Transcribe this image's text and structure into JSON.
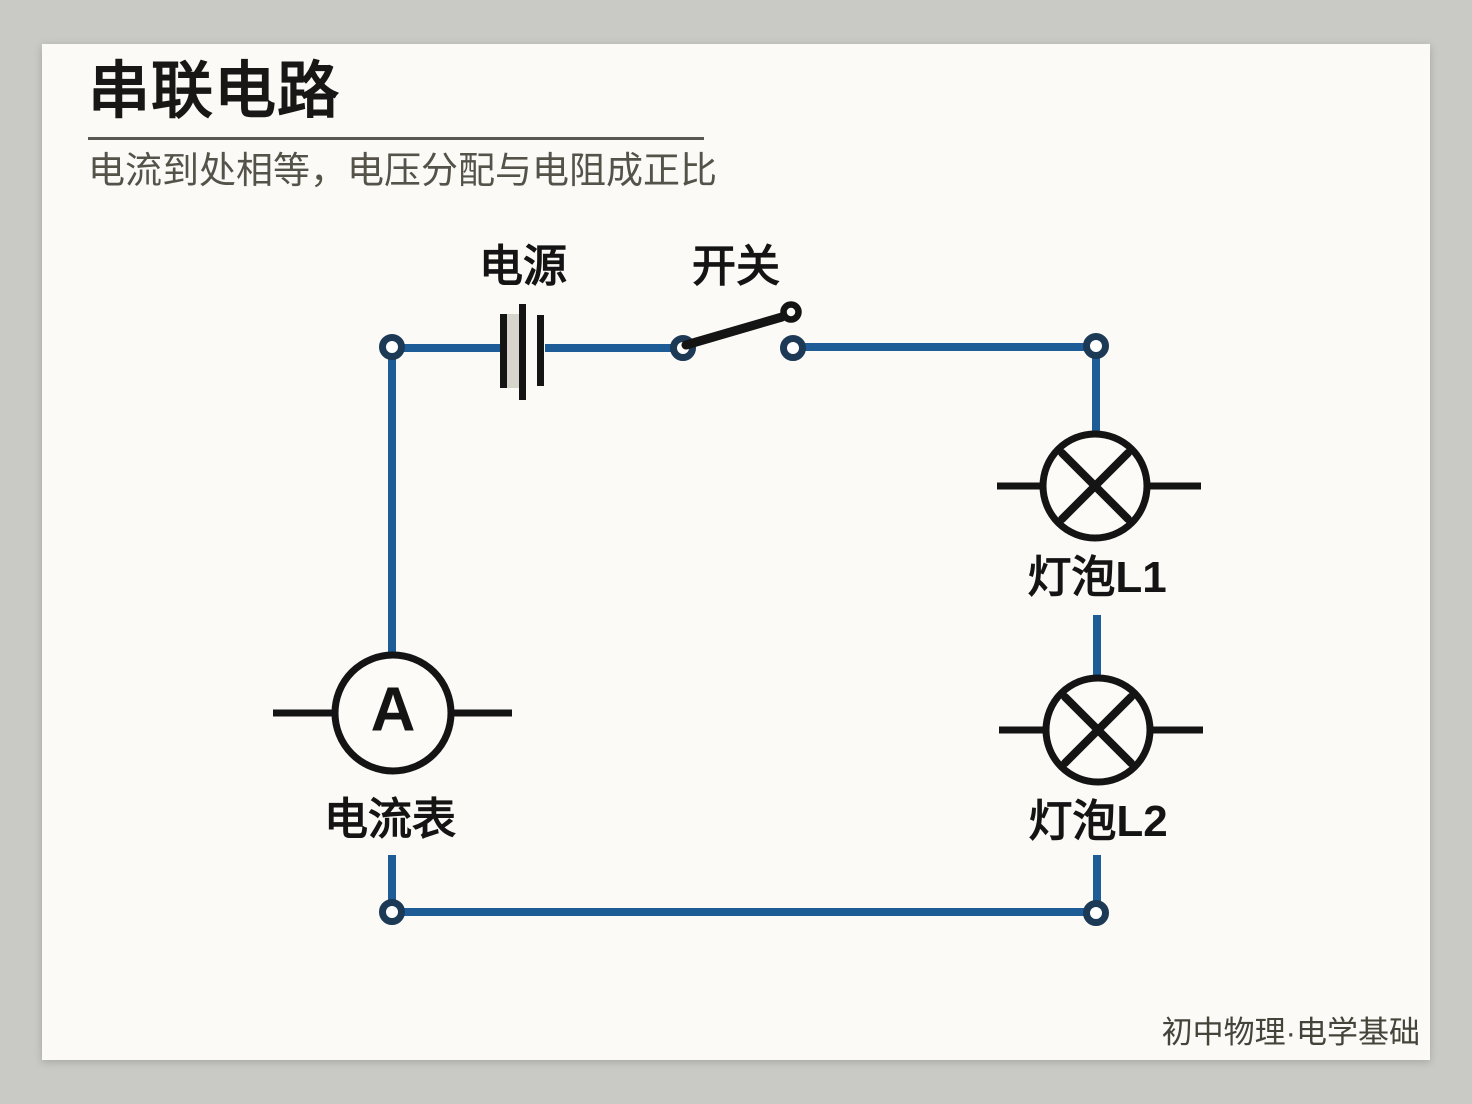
{
  "header": {
    "title": "串联电路",
    "subtitle": "电流到处相等，电压分配与电阻成正比"
  },
  "footer": {
    "text": "初中物理·电学基础"
  },
  "diagram": {
    "type": "series-circuit-schematic",
    "colors": {
      "wire": "#1d5c96",
      "node_ring": "#1c3a55",
      "component": "#141414",
      "battery_fill": "#d7d4ce",
      "page_background": "#c9c9c6",
      "card_background": "#fbfaf6"
    },
    "components": {
      "battery": {
        "label": "电源"
      },
      "switch": {
        "label": "开关",
        "state": "open"
      },
      "lamp1": {
        "label": "灯泡L1"
      },
      "lamp2": {
        "label": "灯泡L2"
      },
      "ammeter": {
        "label": "电流表",
        "symbol": "A"
      }
    }
  }
}
